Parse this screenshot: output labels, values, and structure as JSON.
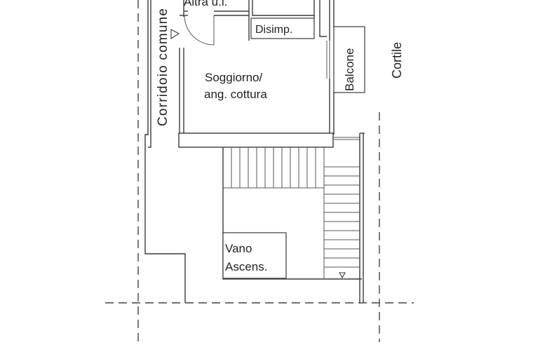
{
  "labels": {
    "altra_ui": "Altra u.i.",
    "corridoio": "Corridoio comune",
    "disimp": "Disimp.",
    "soggiorno_line1": "Soggiorno/",
    "soggiorno_line2": "ang. cottura",
    "balcone": "Balcone",
    "cortile": "Cortile",
    "vano_line1": "Vano",
    "vano_line2": "Ascens."
  },
  "colors": {
    "line": "#3a3a3a",
    "background": "#ffffff"
  }
}
